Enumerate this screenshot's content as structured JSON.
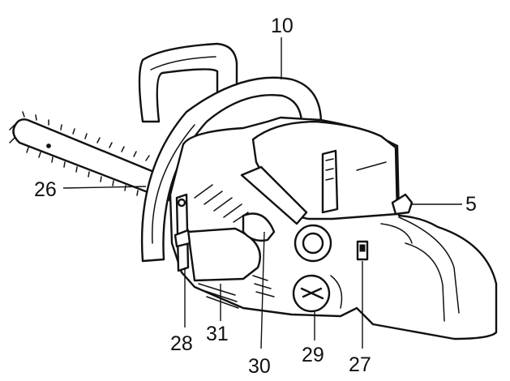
{
  "callouts": [
    {
      "id": "10",
      "label": "10"
    },
    {
      "id": "26",
      "label": "26"
    },
    {
      "id": "5",
      "label": "5"
    },
    {
      "id": "28",
      "label": "28"
    },
    {
      "id": "31",
      "label": "31"
    },
    {
      "id": "30",
      "label": "30"
    },
    {
      "id": "29",
      "label": "29"
    },
    {
      "id": "27",
      "label": "27"
    }
  ]
}
